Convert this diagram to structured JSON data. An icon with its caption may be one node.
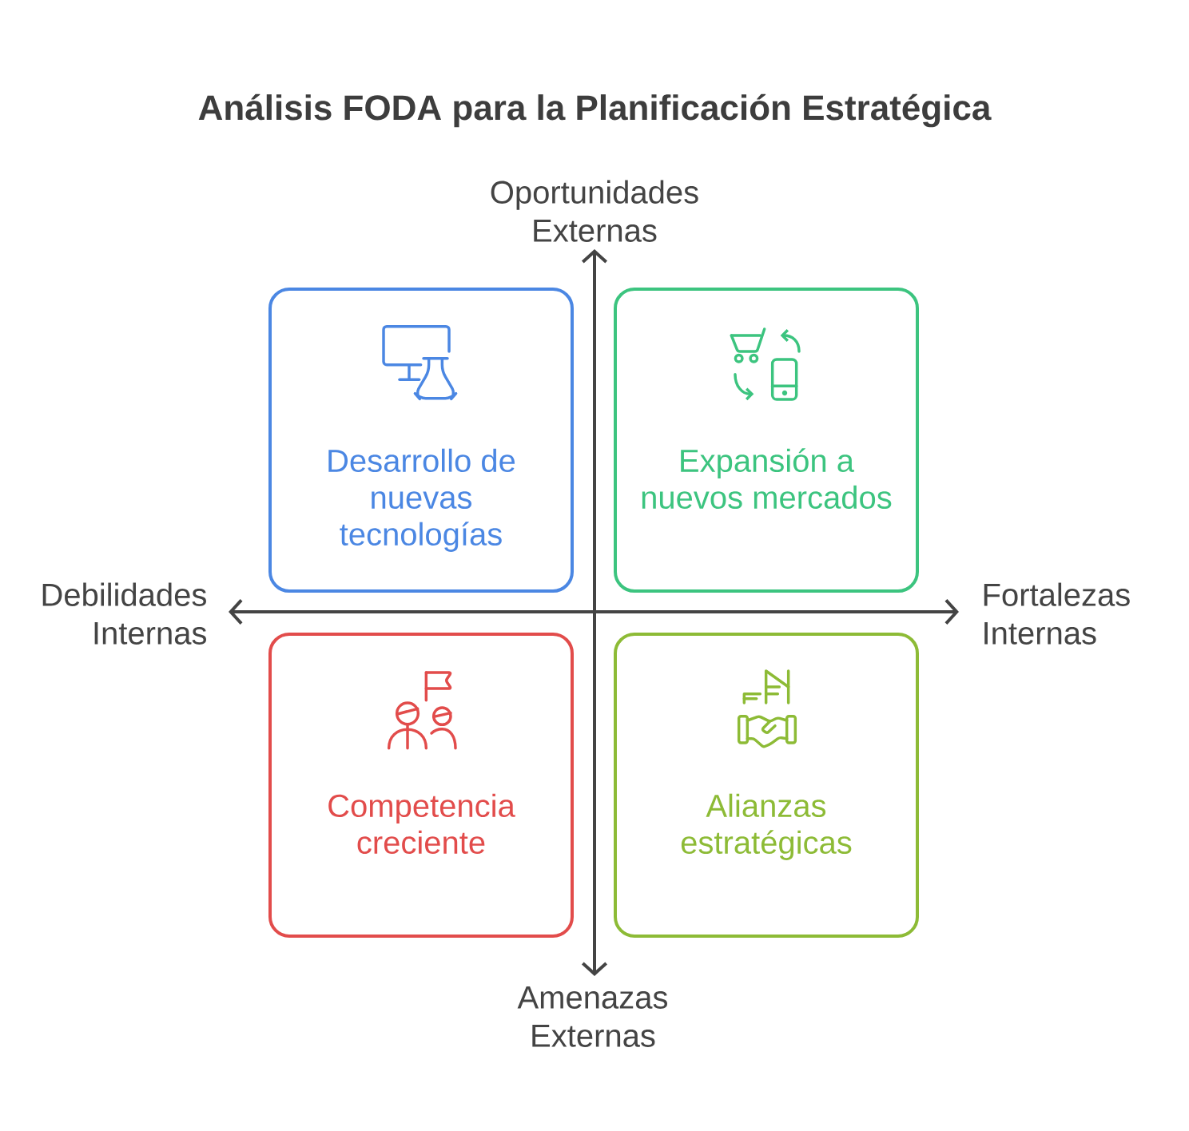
{
  "diagram": {
    "title": "Análisis FODA para la Planificación Estratégica",
    "nodes": [
      {
        "text": [
          "Desarrollo de nuevas tecnologías"
        ]
      },
      {
        "text": [
          "Expansión a nuevos mercados"
        ]
      },
      {
        "text": [
          "Competencia creciente"
        ]
      },
      {
        "text": [
          "Alianzas estratégicas"
        ]
      }
    ],
    "labels": [
      "Oportunidades Externas",
      "Debilidades Internas",
      "Fortalezas Internas",
      "Amenazas Externas"
    ]
  }
}
